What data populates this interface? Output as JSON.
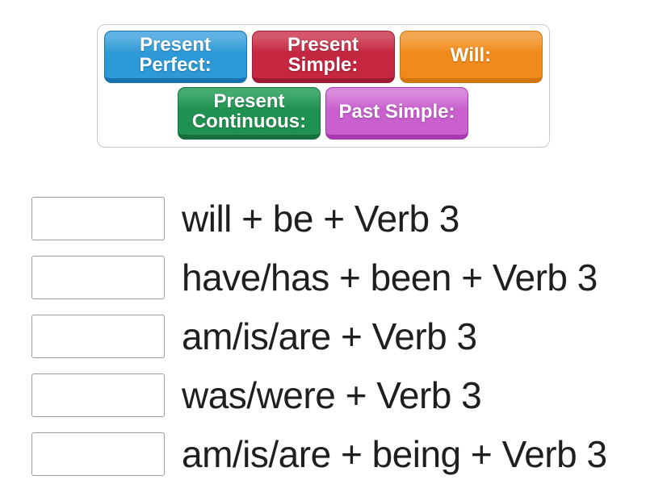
{
  "activity": {
    "kind": "match-up"
  },
  "tile_bank": {
    "tiles": [
      {
        "label": "Present Perfect:",
        "color_light": "#5FB2E2",
        "color_main": "#2D9AD7",
        "color_dark": "#1673AE"
      },
      {
        "label": "Present Simple:",
        "color_light": "#D4566A",
        "color_main": "#C52640",
        "color_dark": "#9E1B31"
      },
      {
        "label": "Will:",
        "color_light": "#F3A750",
        "color_main": "#F08A1A",
        "color_dark": "#D1750C"
      },
      {
        "label": "Present Continuous:",
        "color_light": "#44AB70",
        "color_main": "#1F9150",
        "color_dark": "#156F3D"
      },
      {
        "label": "Past Simple:",
        "color_light": "#D98BDC",
        "color_main": "#C960CE",
        "color_dark": "#A939B3"
      }
    ]
  },
  "matches": [
    {
      "text": "will + be + Verb 3"
    },
    {
      "text": "have/has + been + Verb 3"
    },
    {
      "text": "am/is/are + Verb 3"
    },
    {
      "text": "was/were + Verb 3"
    },
    {
      "text": "am/is/are + being + Verb 3"
    }
  ]
}
